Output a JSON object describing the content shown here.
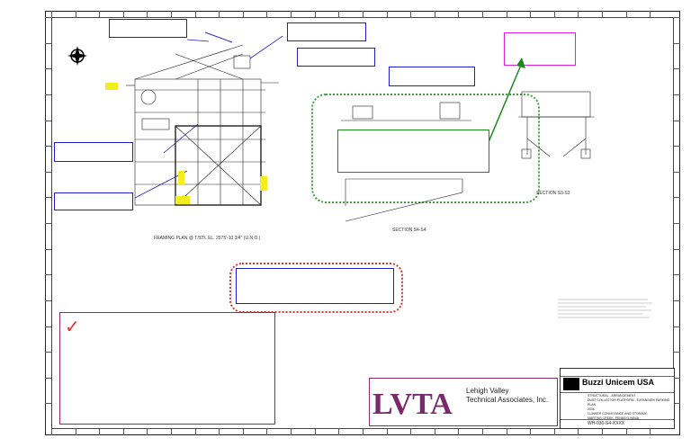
{
  "drawing": {
    "framing_plan_title": "FRAMING PLAN @ T/STL EL. 2575'-10 3/4\" (U.N.O.)",
    "section_1_title": "SECTION S4-S4",
    "section_2_title": "SECTION S3-S3"
  },
  "annotations": {
    "check_mark": "✓"
  },
  "logo": {
    "letters": "LVTA",
    "company_line1": "Lehigh Valley",
    "company_line2": "Technical Associates, Inc."
  },
  "title_block": {
    "client": "Buzzi Unicem USA",
    "rows": [
      "STRUCTURAL - ARRANGEMENT",
      "DUST COLLECTOR PLATFORM - EXPANSION PARKING PLAN",
      "2006",
      "CLINKER CONVEYANCE AND STORAGE",
      "MARTINS CREEK, PENNSYLVANIA"
    ],
    "drawing_number": "WH-030-S4-XXXX"
  },
  "colors": {
    "blue": "#1e1ec8",
    "magenta": "#e020e0",
    "green": "#1a8a1a",
    "red": "#e03030",
    "logo_purple": "#7a2a6a"
  }
}
